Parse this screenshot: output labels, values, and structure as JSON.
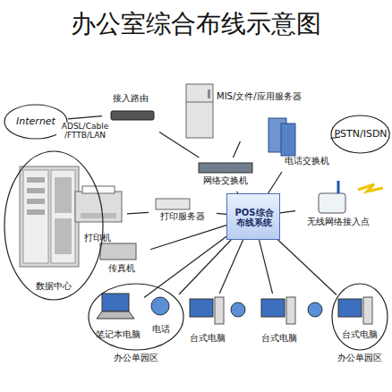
{
  "diagram": {
    "title": "办公室综合布线示意图",
    "nodes": [
      {
        "text": [
          "Internet"
        ]
      },
      {
        "text": [
          "数据中心"
        ]
      },
      {
        "text": [
          "接入路由"
        ]
      },
      {
        "text": [
          "MIS/文件/应用服务器"
        ]
      },
      {
        "text": [
          "网络交换机"
        ]
      },
      {
        "text": [
          "电话交换机"
        ]
      },
      {
        "text": [
          "PSTN/ISDN"
        ]
      },
      {
        "text": [
          "打印机"
        ]
      },
      {
        "text": [
          "打印服务器"
        ]
      },
      {
        "text": [
          "POS综合 布线系统"
        ]
      },
      {
        "text": [
          "无线网络接入点"
        ]
      },
      {
        "text": [
          "传真机"
        ]
      },
      {
        "text": [
          "办公单园区"
        ]
      },
      {
        "text": [
          "笔记本电脑"
        ],
        "in": 12
      },
      {
        "text": [
          "电话"
        ],
        "in": 12
      },
      {
        "text": [
          "台式电脑"
        ]
      },
      {
        "text": [
          "台式电脑"
        ]
      },
      {
        "text": [
          "办公单园区"
        ]
      },
      {
        "text": [
          "台式电脑"
        ],
        "in": 17
      }
    ],
    "edges": [
      {
        "from": 0,
        "to": 2,
        "arrow": "none",
        "label": "ADSL/Cable /FTTB/LAN"
      },
      {
        "from": 2,
        "to": 4,
        "arrow": "none"
      },
      {
        "from": 3,
        "to": 4,
        "arrow": "none"
      },
      {
        "from": 4,
        "to": 9,
        "arrow": "none"
      },
      {
        "from": 5,
        "to": 9,
        "arrow": "none"
      },
      {
        "from": 5,
        "to": 6,
        "arrow": "none"
      },
      {
        "from": 8,
        "to": 9,
        "arrow": "none"
      },
      {
        "from": 7,
        "to": 8,
        "arrow": "none"
      },
      {
        "from": 11,
        "to": 9,
        "arrow": "none"
      },
      {
        "from": 10,
        "to": 9,
        "arrow": "none"
      },
      {
        "from": 9,
        "to": 13,
        "arrow": "none"
      },
      {
        "from": 9,
        "to": 14,
        "arrow": "none"
      },
      {
        "from": 9,
        "to": 15,
        "arrow": "none"
      },
      {
        "from": 9,
        "to": 16,
        "arrow": "none"
      },
      {
        "from": 9,
        "to": 18,
        "arrow": "none"
      }
    ]
  }
}
